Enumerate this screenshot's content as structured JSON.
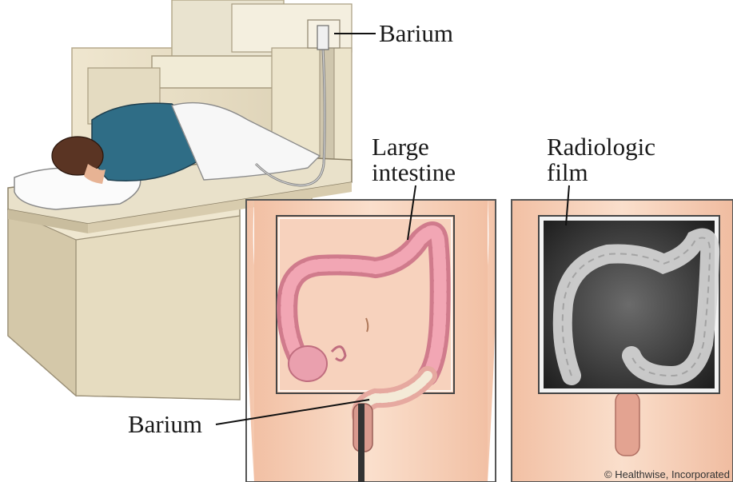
{
  "labels": {
    "barium_top": "Barium",
    "large_intestine_line1": "Large",
    "large_intestine_line2": "intestine",
    "radiologic_line1": "Radiologic",
    "radiologic_line2": "film",
    "barium_bottom": "Barium"
  },
  "credit": "© Healthwise, Incorporated"
}
